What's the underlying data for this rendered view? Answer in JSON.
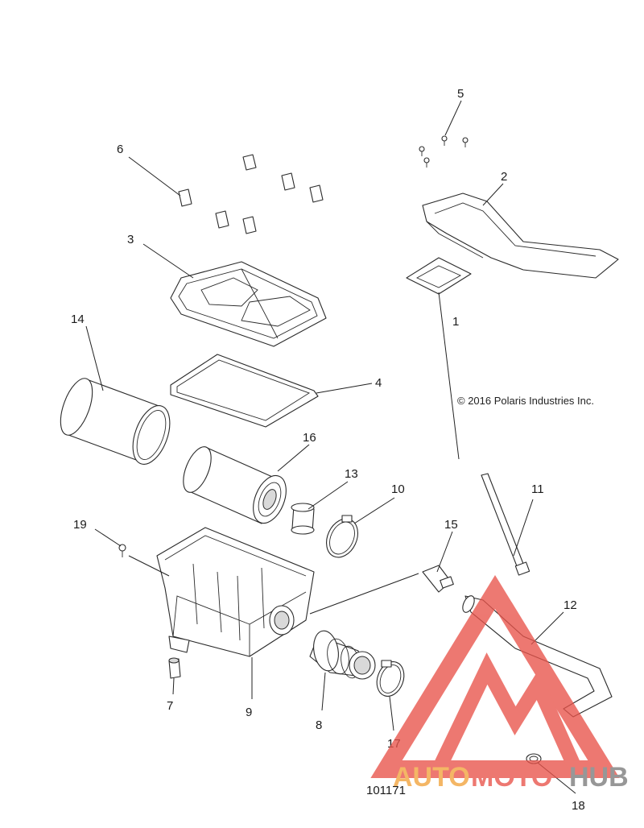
{
  "copyright": "© 2016 Polaris Industries Inc.",
  "figure_number": "101171",
  "callouts": [
    "1",
    "2",
    "3",
    "4",
    "5",
    "6",
    "7",
    "8",
    "9",
    "10",
    "11",
    "12",
    "13",
    "14",
    "15",
    "16",
    "17",
    "18",
    "19"
  ],
  "watermark": {
    "part1": "AUTO",
    "part2": "MOTO",
    "part3": "HUB",
    "color_red": "#e8534a",
    "color_orange": "#f2a23a",
    "color_gray": "#7a7a7a"
  }
}
